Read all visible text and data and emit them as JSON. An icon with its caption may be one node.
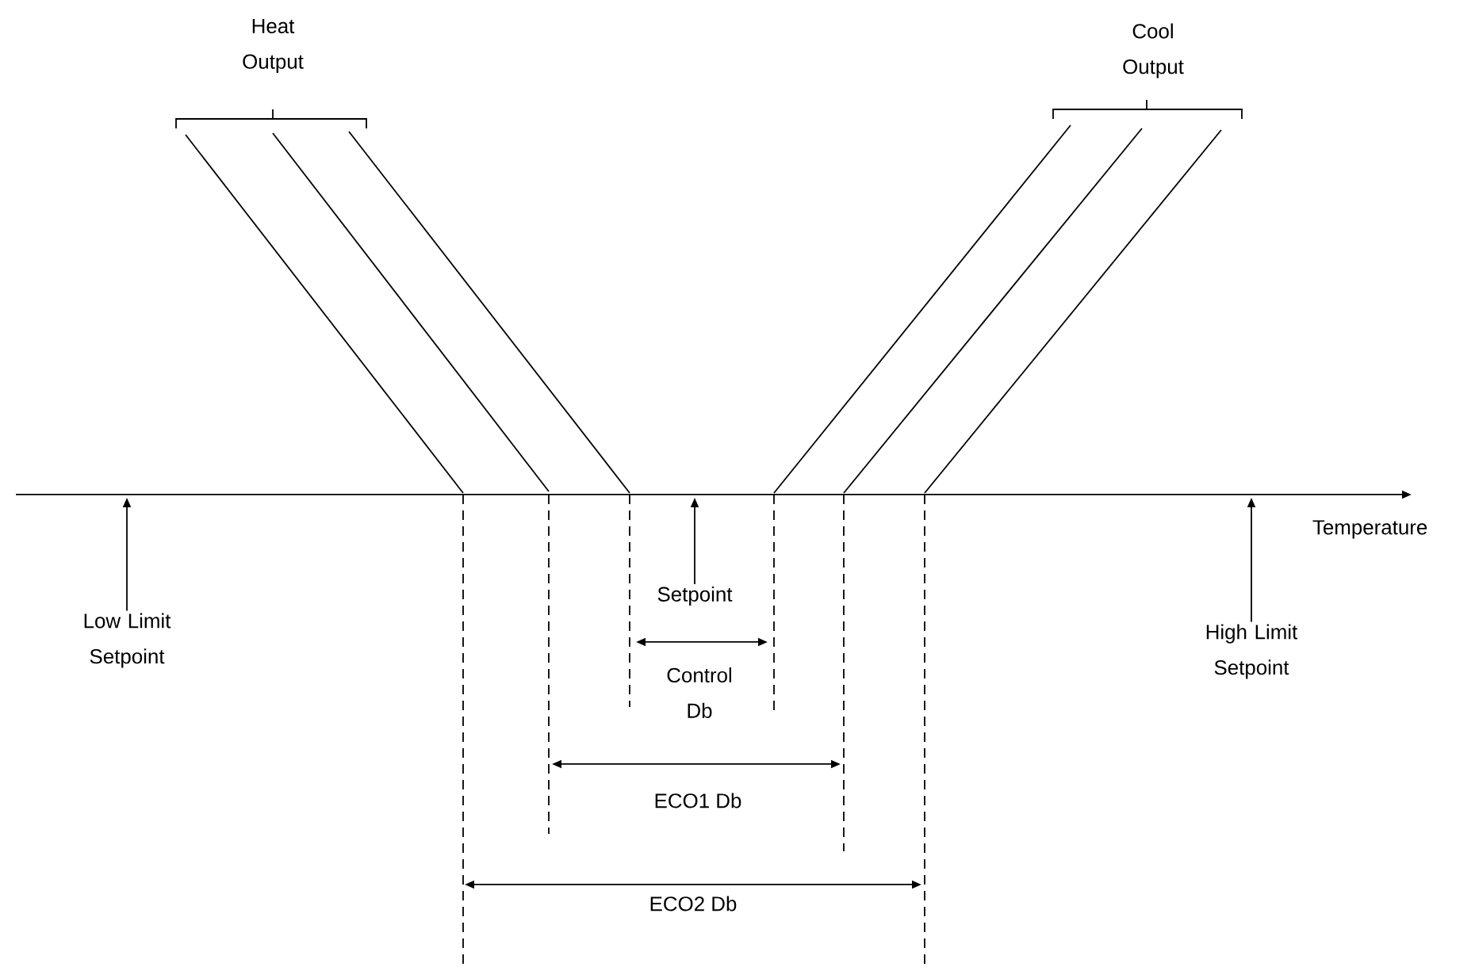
{
  "diagram": {
    "nodes": [
      {
        "text": [
          "Low Limit Setpoint"
        ]
      },
      {
        "text": [
          "Setpoint"
        ]
      },
      {
        "text": [
          "High Limit Setpoint"
        ]
      }
    ],
    "edges": [
      {
        "from": 0,
        "to": null,
        "arrow": "to"
      },
      {
        "from": 1,
        "to": null,
        "arrow": "to"
      },
      {
        "from": 2,
        "to": null,
        "arrow": "to"
      }
    ],
    "labels": [
      "Heat Output",
      "Cool Output",
      "Temperature",
      "Control Db",
      "ECO1 Db",
      "ECO2 Db"
    ]
  }
}
